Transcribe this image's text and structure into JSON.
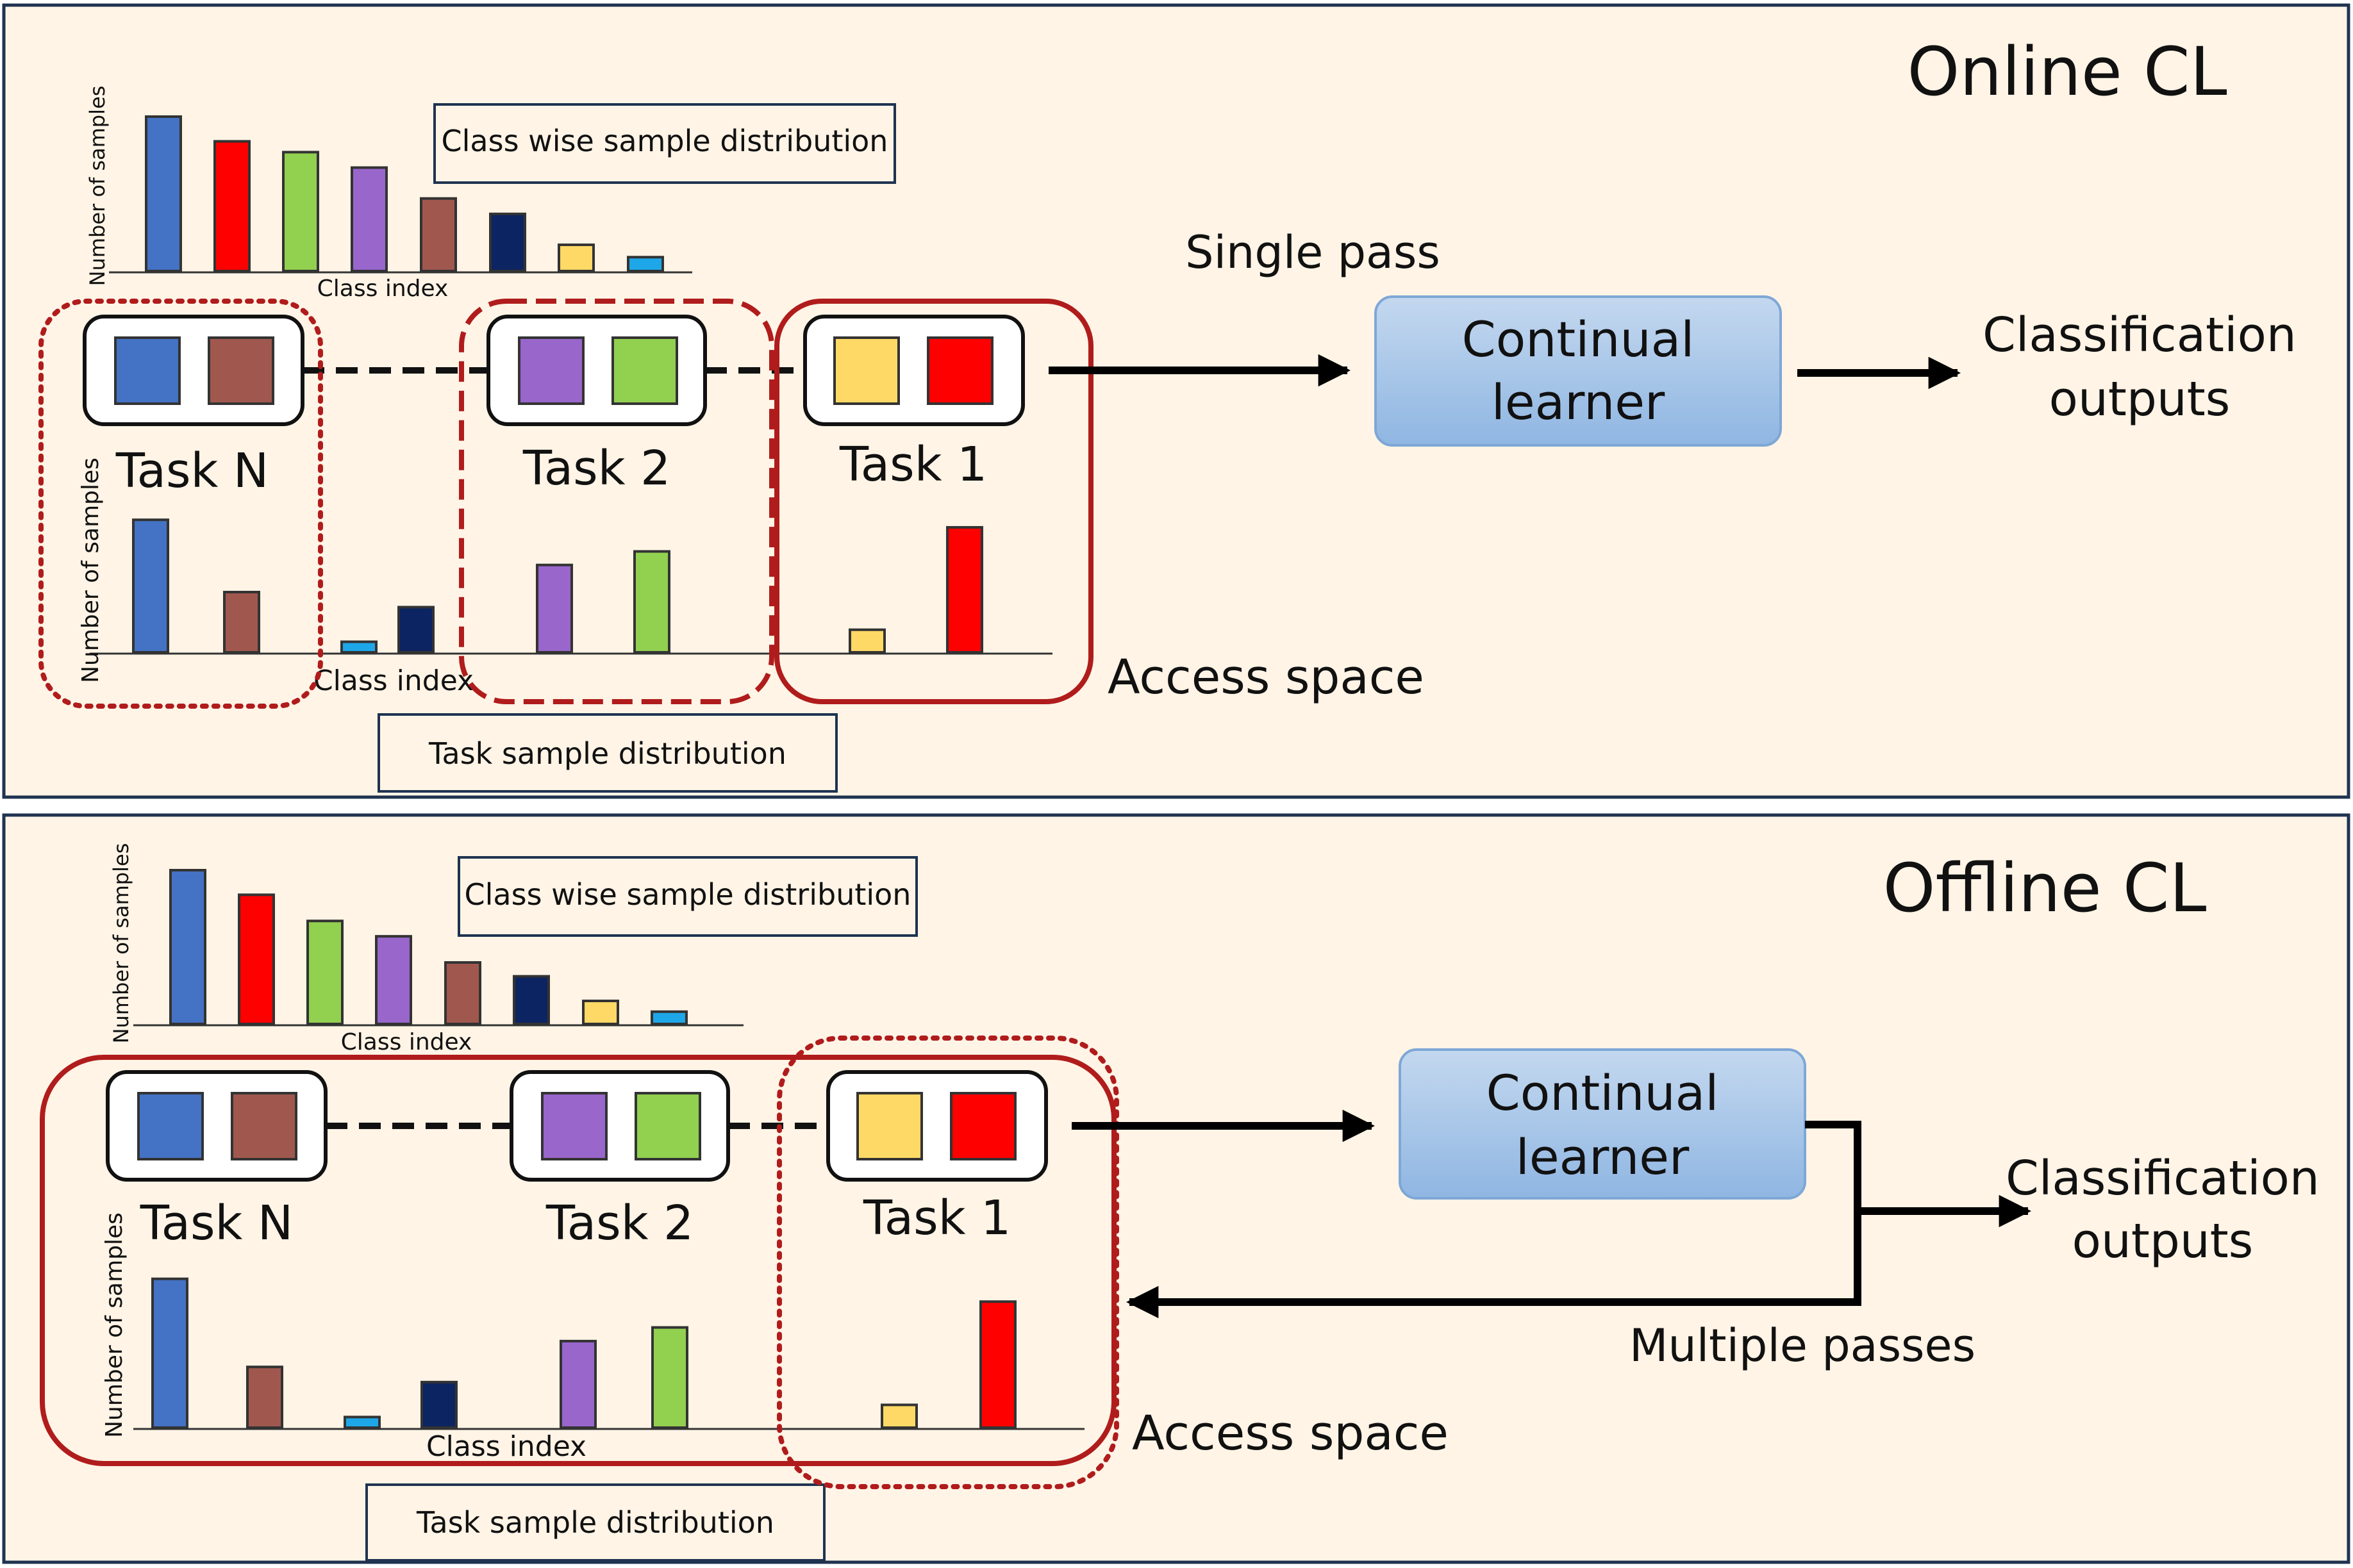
{
  "colors": {
    "panel_bg": "#fff4e6",
    "panel_border": "#1f3350",
    "access_red": "#b01c1c",
    "learner_fill_top": "#c4d8ef",
    "learner_fill_bottom": "#8fb6e2",
    "learner_border": "#7ea7d6",
    "classes": [
      "#4472c4",
      "#ff0000",
      "#92d050",
      "#9966cc",
      "#a0584e",
      "#0c2461",
      "#ffd966",
      "#1ea7e8"
    ]
  },
  "online": {
    "title": "Online CL",
    "class_dist_label": "Class wise sample distribution",
    "task_dist_label": "Task sample distribution",
    "y_axis_label": "Number of samples",
    "x_axis_label": "Class index",
    "class_dist_values": [
      100,
      84,
      77,
      67,
      47,
      37,
      17,
      9
    ],
    "task_dist_values": [
      {
        "class": 0,
        "value": 88
      },
      {
        "class": 4,
        "value": 40
      },
      {
        "class": 7,
        "value": 7
      },
      {
        "class": 5,
        "value": 30
      },
      {
        "class": 3,
        "value": 58
      },
      {
        "class": 2,
        "value": 67
      },
      {
        "class": 6,
        "value": 15
      },
      {
        "class": 1,
        "value": 83
      }
    ],
    "tasks": [
      {
        "label": "Task N",
        "classes": [
          0,
          4
        ]
      },
      {
        "label": "Task 2",
        "classes": [
          3,
          2
        ]
      },
      {
        "label": "Task 1",
        "classes": [
          6,
          1
        ]
      }
    ],
    "pass_label": "Single pass",
    "learner_label": [
      "Continual",
      "learner"
    ],
    "output_label": [
      "Classification",
      "outputs"
    ],
    "access_label": "Access space"
  },
  "offline": {
    "title": "Offline CL",
    "class_dist_label": "Class wise sample distribution",
    "task_dist_label": "Task sample distribution",
    "y_axis_label": "Number of samples",
    "x_axis_label": "Class index",
    "class_dist_values": [
      100,
      84,
      67,
      57,
      40,
      31,
      15,
      8
    ],
    "task_dist_values": [
      {
        "class": 0,
        "value": 98
      },
      {
        "class": 4,
        "value": 40
      },
      {
        "class": 7,
        "value": 7
      },
      {
        "class": 5,
        "value": 30
      },
      {
        "class": 3,
        "value": 57
      },
      {
        "class": 2,
        "value": 66
      },
      {
        "class": 6,
        "value": 15
      },
      {
        "class": 1,
        "value": 83
      }
    ],
    "tasks": [
      {
        "label": "Task N",
        "classes": [
          0,
          4
        ]
      },
      {
        "label": "Task 2",
        "classes": [
          3,
          2
        ]
      },
      {
        "label": "Task 1",
        "classes": [
          6,
          1
        ]
      }
    ],
    "pass_label": "Multiple passes",
    "learner_label": [
      "Continual",
      "learner"
    ],
    "output_label": [
      "Classification",
      "outputs"
    ],
    "access_label": "Access space"
  }
}
